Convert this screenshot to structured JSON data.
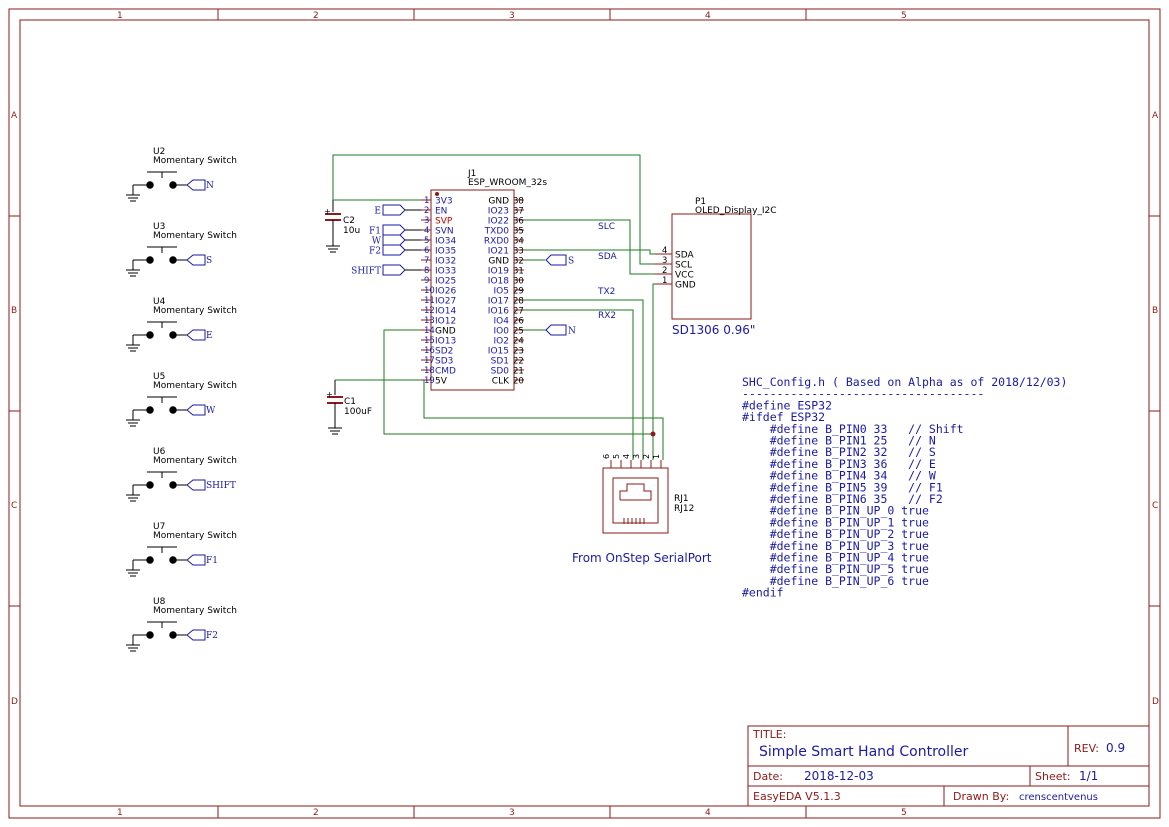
{
  "frame": {
    "columns": [
      "1",
      "2",
      "3",
      "4",
      "5"
    ],
    "rows": [
      "A",
      "B",
      "C",
      "D"
    ]
  },
  "switches": [
    {
      "ref": "U2",
      "value": "Momentary Switch",
      "net": "N"
    },
    {
      "ref": "U3",
      "value": "Momentary Switch",
      "net": "S"
    },
    {
      "ref": "U4",
      "value": "Momentary Switch",
      "net": "E"
    },
    {
      "ref": "U5",
      "value": "Momentary Switch",
      "net": "W"
    },
    {
      "ref": "U6",
      "value": "Momentary Switch",
      "net": "SHIFT"
    },
    {
      "ref": "U7",
      "value": "Momentary Switch",
      "net": "F1"
    },
    {
      "ref": "U8",
      "value": "Momentary Switch",
      "net": "F2"
    }
  ],
  "esp": {
    "ref": "J1",
    "value": "ESP_WROOM_32s",
    "left_pins": [
      {
        "num": "1",
        "name": "3V3"
      },
      {
        "num": "2",
        "name": "EN"
      },
      {
        "num": "3",
        "name": "SVP"
      },
      {
        "num": "4",
        "name": "SVN"
      },
      {
        "num": "5",
        "name": "IO34"
      },
      {
        "num": "6",
        "name": "IO35"
      },
      {
        "num": "7",
        "name": "IO32"
      },
      {
        "num": "8",
        "name": "IO33"
      },
      {
        "num": "9",
        "name": "IO25"
      },
      {
        "num": "10",
        "name": "IO26"
      },
      {
        "num": "11",
        "name": "IO27"
      },
      {
        "num": "12",
        "name": "IO14"
      },
      {
        "num": "13",
        "name": "IO12"
      },
      {
        "num": "14",
        "name": "GND"
      },
      {
        "num": "15",
        "name": "IO13"
      },
      {
        "num": "16",
        "name": "SD2"
      },
      {
        "num": "17",
        "name": "SD3"
      },
      {
        "num": "18",
        "name": "CMD"
      },
      {
        "num": "19",
        "name": "5V"
      }
    ],
    "right_pins": [
      {
        "num": "38",
        "name": "GND"
      },
      {
        "num": "37",
        "name": "IO23"
      },
      {
        "num": "36",
        "name": "IO22"
      },
      {
        "num": "35",
        "name": "TXD0"
      },
      {
        "num": "34",
        "name": "RXD0"
      },
      {
        "num": "33",
        "name": "IO21"
      },
      {
        "num": "32",
        "name": "GND"
      },
      {
        "num": "31",
        "name": "IO19"
      },
      {
        "num": "30",
        "name": "IO18"
      },
      {
        "num": "29",
        "name": "IO5"
      },
      {
        "num": "28",
        "name": "IO17"
      },
      {
        "num": "27",
        "name": "IO16"
      },
      {
        "num": "26",
        "name": "IO4"
      },
      {
        "num": "25",
        "name": "IO0"
      },
      {
        "num": "24",
        "name": "IO2"
      },
      {
        "num": "23",
        "name": "IO15"
      },
      {
        "num": "22",
        "name": "SD1"
      },
      {
        "num": "21",
        "name": "SD0"
      },
      {
        "num": "20",
        "name": "CLK"
      }
    ],
    "left_flags": [
      {
        "pin": "2",
        "net": "E"
      },
      {
        "pin": "4",
        "net": "F1"
      },
      {
        "pin": "5",
        "net": "W"
      },
      {
        "pin": "6",
        "net": "F2"
      },
      {
        "pin": "8",
        "net": "SHIFT"
      }
    ],
    "right_flags": [
      {
        "pin": "32",
        "net": "S"
      },
      {
        "pin": "25",
        "net": "N"
      }
    ]
  },
  "caps": [
    {
      "ref": "C2",
      "value": "10u"
    },
    {
      "ref": "C1",
      "value": "100uF"
    }
  ],
  "oled": {
    "ref": "P1",
    "value": "OLED_Display_I2C",
    "caption": "SD1306 0.96\"",
    "pins": [
      {
        "num": "4",
        "name": "SDA"
      },
      {
        "num": "3",
        "name": "SCL"
      },
      {
        "num": "2",
        "name": "VCC"
      },
      {
        "num": "1",
        "name": "GND"
      }
    ]
  },
  "net_labels": {
    "slc": "SLC",
    "sda": "SDA",
    "tx2": "TX2",
    "rx2": "RX2"
  },
  "rj": {
    "ref": "RJ1",
    "value": "RJ12",
    "caption": "From OnStep SerialPort",
    "pins": [
      "6",
      "5",
      "4",
      "3",
      "2",
      "1"
    ]
  },
  "config": {
    "lines": [
      "SHC_Config.h ( Based on Alpha as of 2018/12/03)",
      "-----------------------------------",
      "#define ESP32",
      "#ifdef ESP32",
      "    #define B_PIN0 33   // Shift",
      "    #define B_PIN1 25   // N",
      "    #define B_PIN2 32   // S",
      "    #define B_PIN3 36   // E",
      "    #define B_PIN4 34   // W",
      "    #define B_PIN5 39   // F1",
      "    #define B_PIN6 35   // F2",
      "    #define B_PIN_UP_0 true",
      "    #define B_PIN_UP_1 true",
      "    #define B_PIN_UP_2 true",
      "    #define B_PIN_UP_3 true",
      "    #define B_PIN_UP_4 true",
      "    #define B_PIN_UP_5 true",
      "    #define B_PIN_UP_6 true",
      "#endif"
    ]
  },
  "title_block": {
    "title_label": "TITLE:",
    "title": "Simple Smart Hand Controller",
    "rev_label": "REV:",
    "rev": "0.9",
    "date_label": "Date:",
    "date": "2018-12-03",
    "sheet_label": "Sheet:",
    "sheet": "1/1",
    "tool": "EasyEDA V5.1.3",
    "drawn_label": "Drawn By:",
    "drawn_by": "crenscentvenus"
  },
  "colors": {
    "frame": "#8b1a1a",
    "wire": "#1f7a1f",
    "text": "#1a1aa6"
  }
}
